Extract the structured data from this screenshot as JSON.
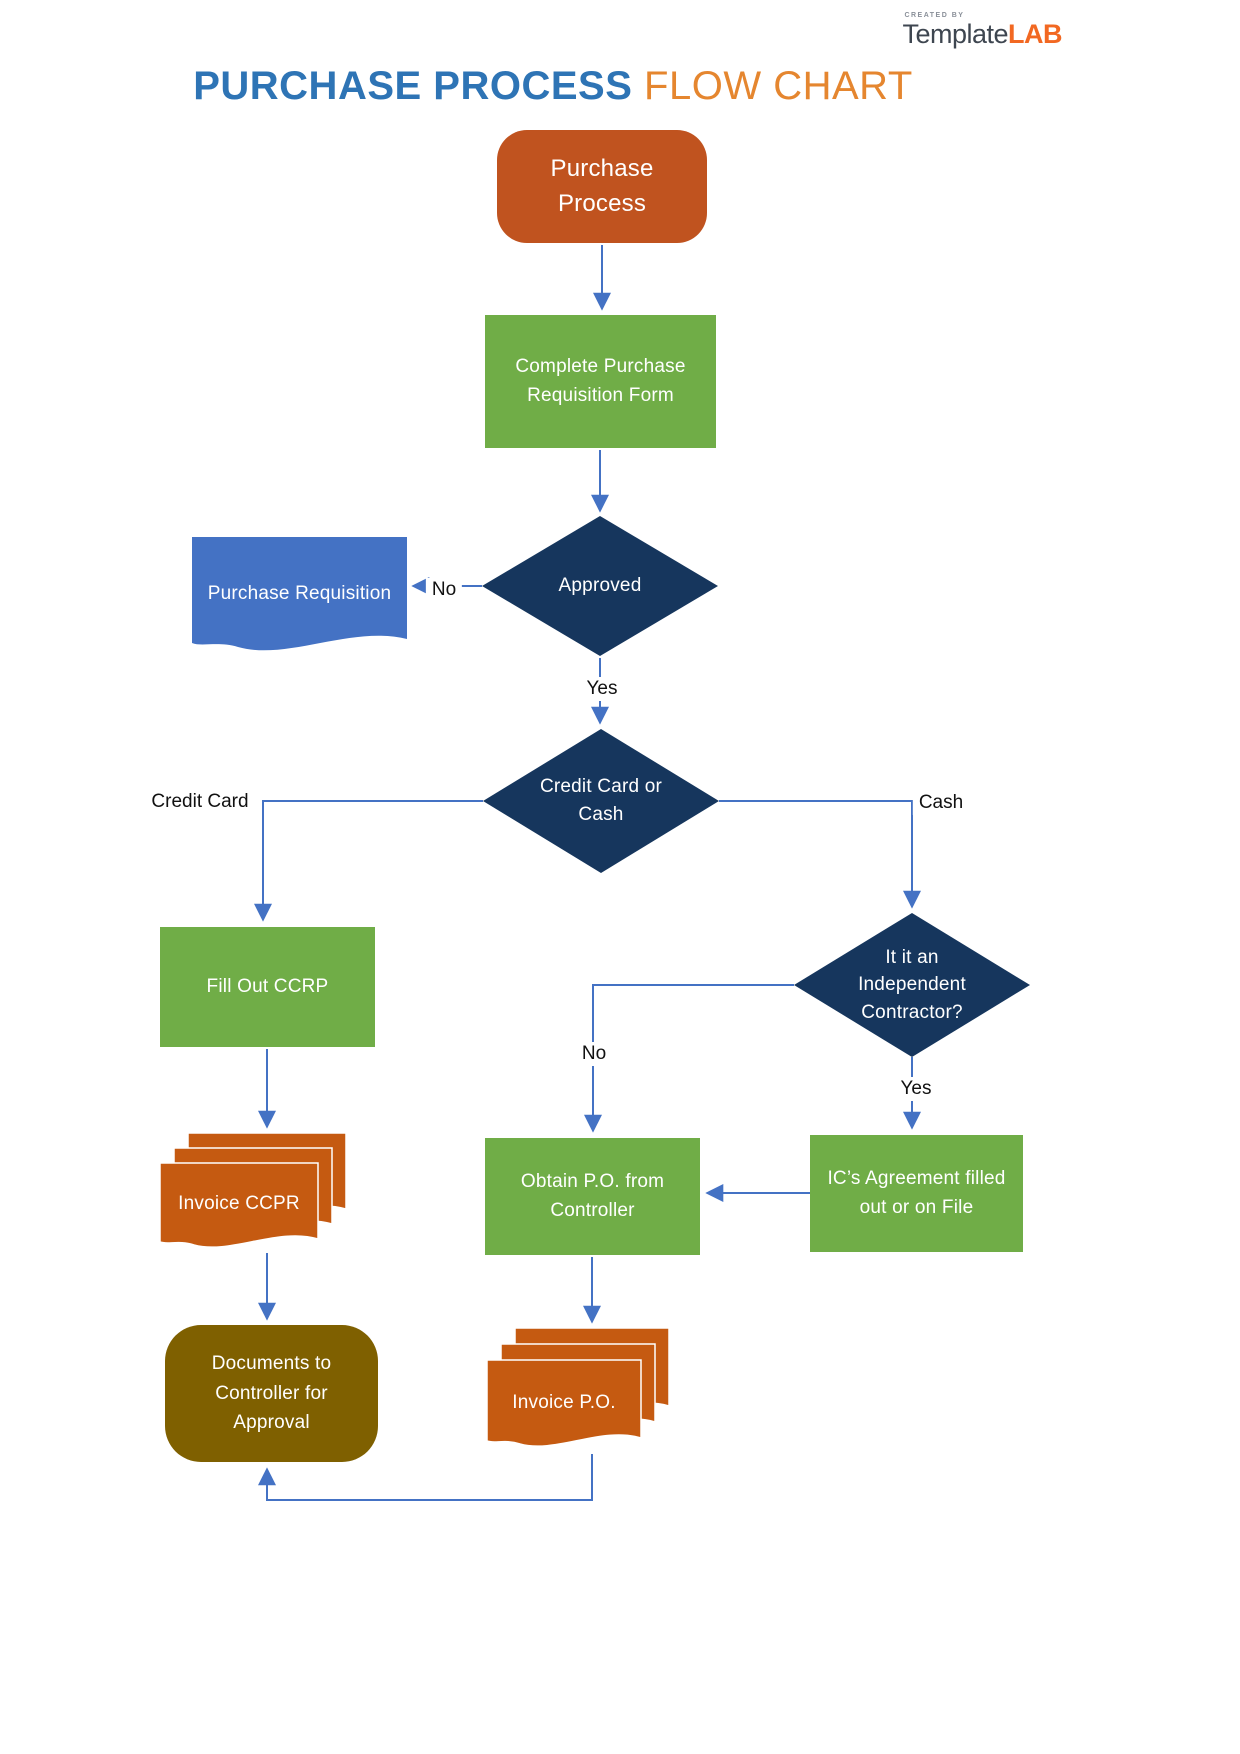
{
  "header": {
    "created_by": "CREATED BY",
    "brand": {
      "template": "Template",
      "lab": "LAB"
    },
    "title": {
      "primary": "PURCHASE PROCESS",
      "secondary": "FLOW CHART"
    }
  },
  "nodes": {
    "start": "Purchase Process",
    "complete_form": "Complete Purchase Requisition Form",
    "approved": "Approved",
    "purchase_requisition": "Purchase Requisition",
    "credit_or_cash": "Credit Card or Cash",
    "fill_ccrp": "Fill Out CCRP",
    "independent_contractor": "It it an Independent Contractor?",
    "obtain_po": "Obtain P.O. from Controller",
    "ic_agreement": "IC’s Agreement filled out or on File",
    "invoice_ccpr": "Invoice CCPR",
    "invoice_po": "Invoice P.O.",
    "documents_to_controller": "Documents to Controller for Approval"
  },
  "edge_labels": {
    "approved_no": "No",
    "approved_yes": "Yes",
    "credit_card": "Credit Card",
    "cash": "Cash",
    "contractor_no": "No",
    "contractor_yes": "Yes"
  },
  "colors": {
    "title_blue": "#2E74B5",
    "title_orange": "#E5862F",
    "start_orange": "#C0531F",
    "process_green": "#70AD47",
    "decision_navy": "#16365D",
    "document_blue": "#4472C4",
    "invoice_orange": "#C55A11",
    "terminal_olive": "#7F6000",
    "connector_blue": "#4472C4",
    "brand_dark": "#3E4650",
    "brand_orange": "#F26822"
  }
}
